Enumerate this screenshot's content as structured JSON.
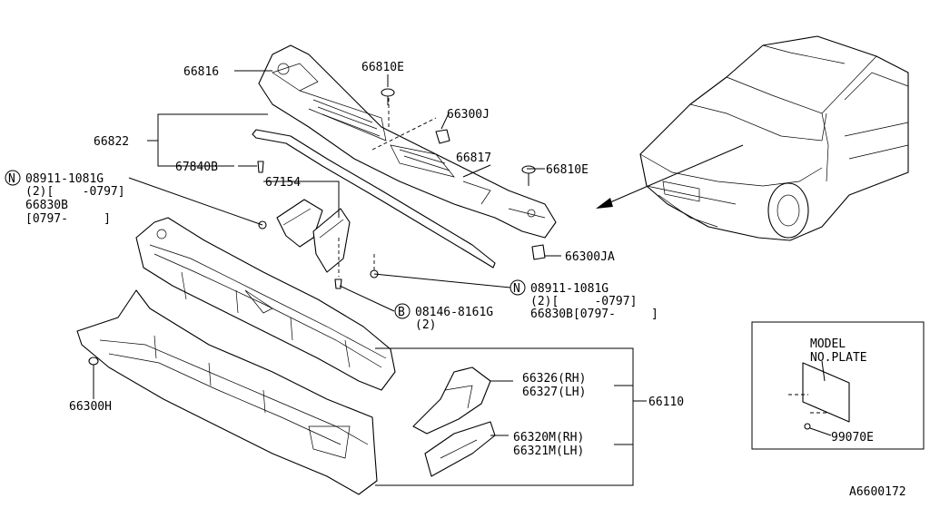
{
  "diagram": {
    "labels": {
      "p66816": "66816",
      "p66810E_top": "66810E",
      "p66300J": "66300J",
      "p66822": "66822",
      "p66817": "66817",
      "p66810E_right": "66810E",
      "p67840B": "67840B",
      "n_left_l1": "08911-1081G",
      "n_left_l2": "(2)[    -0797]",
      "n_left_l3": "66830B",
      "n_left_l4": "[0797-     ]",
      "p67154": "67154",
      "p66300JA": "66300JA",
      "n_right_l1": "08911-1081G",
      "n_right_l2": "(2)[     -0797]",
      "n_right_l3": "66830B[0797-     ]",
      "b_l1": "08146-8161G",
      "b_l2": "(2)",
      "p66326": "66326(RH)",
      "p66327": "66327(LH)",
      "p66110": "66110",
      "p66320M": "66320M(RH)",
      "p66321M": "66321M(LH)",
      "p66300H": "66300H",
      "model_l1": "MODEL",
      "model_l2": "NO.PLATE",
      "p99070E": "99070E",
      "diagram_id": "A6600172"
    },
    "symbols": {
      "n": "N",
      "b": "B"
    }
  }
}
